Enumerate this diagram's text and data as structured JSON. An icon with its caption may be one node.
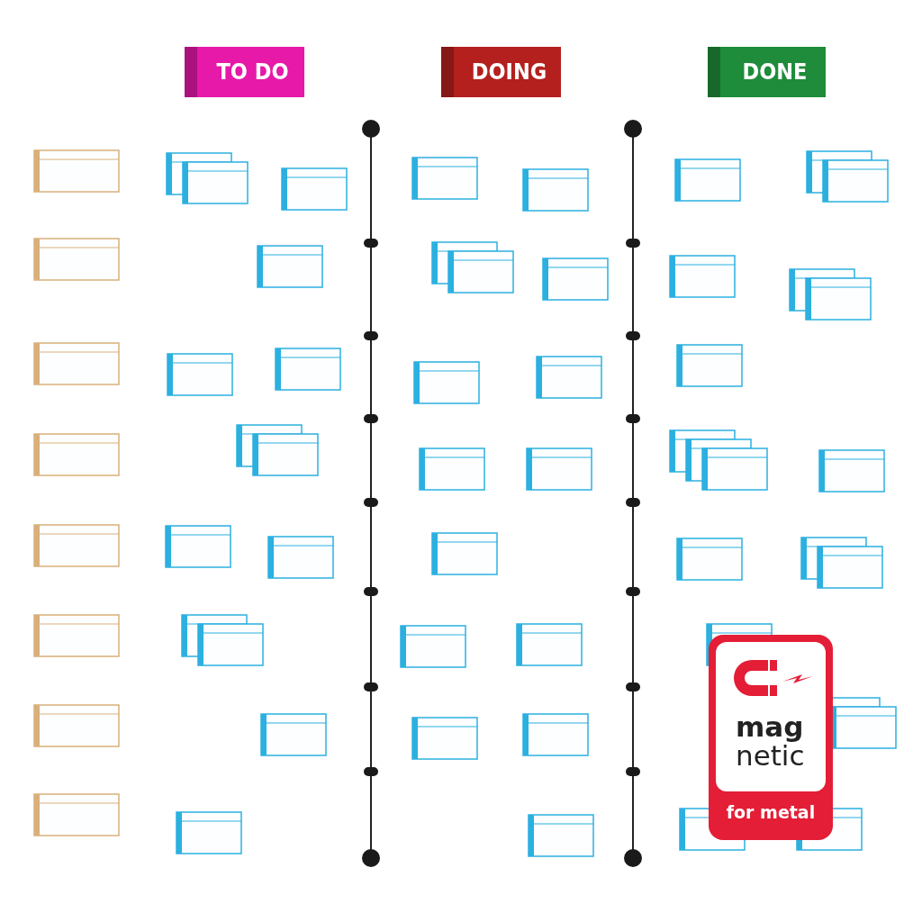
{
  "diagram": {
    "nodes": [
      {
        "text": [
          "TO DO"
        ]
      },
      {
        "text": [
          "DOING"
        ]
      },
      {
        "text": [
          "DONE"
        ]
      },
      {
        "text": [
          "**mag** netic",
          "for metal"
        ]
      }
    ]
  }
}
